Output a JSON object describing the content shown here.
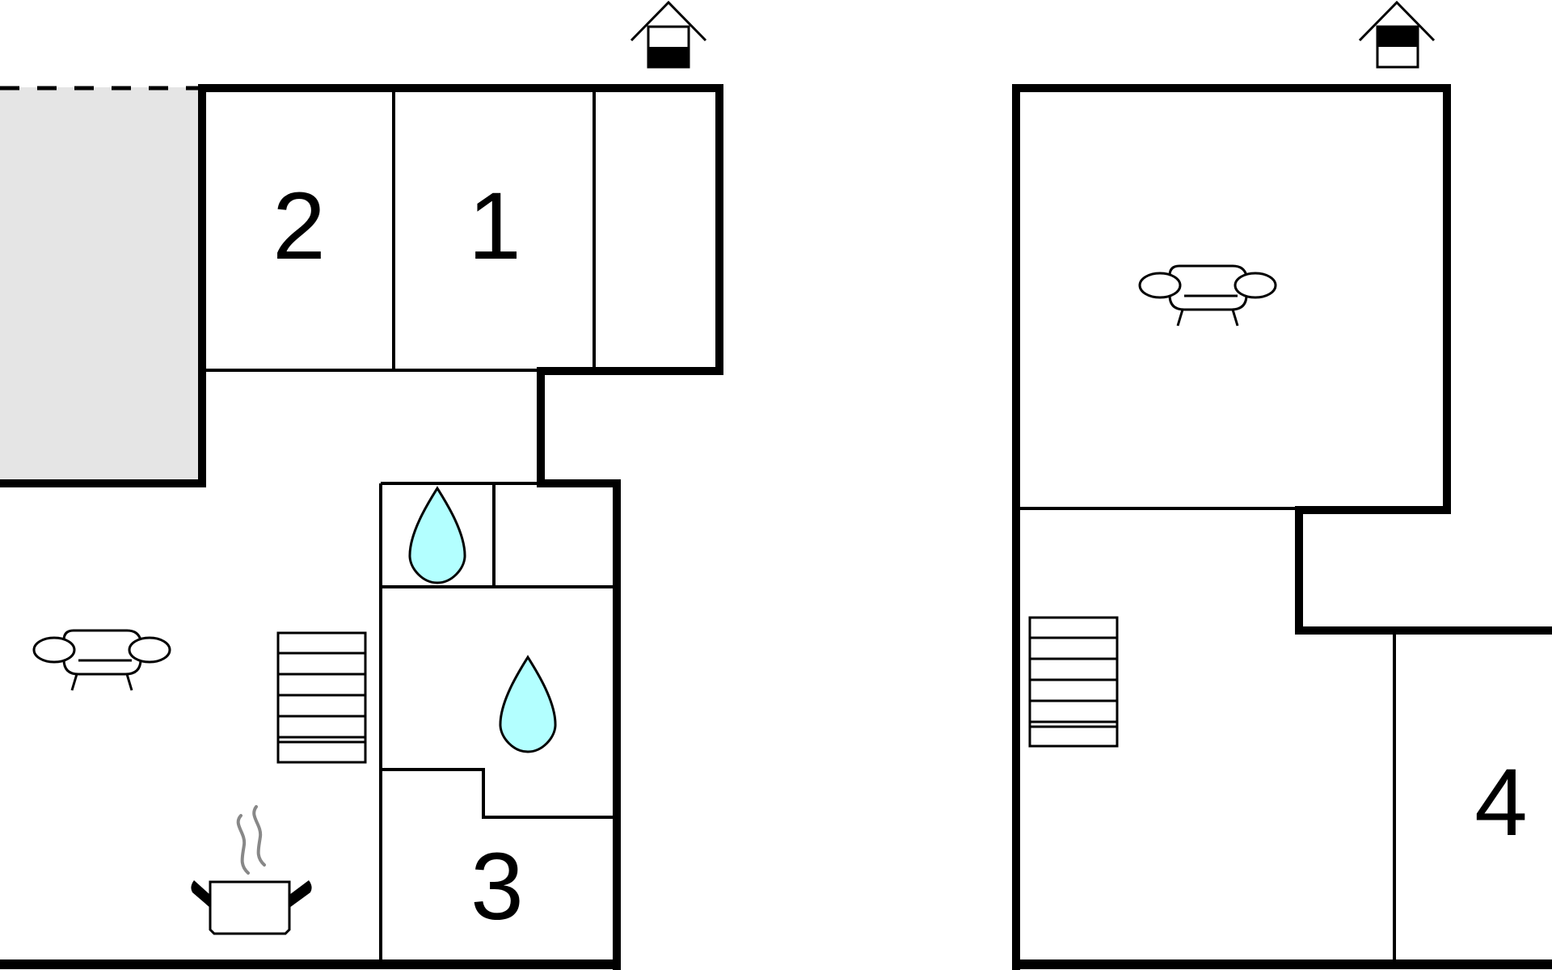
{
  "floors": [
    {
      "id": "ground-floor",
      "floor_indicator": "house-icon-lower-level",
      "rooms": [
        {
          "id": "bedroom-2",
          "label": "2"
        },
        {
          "id": "bedroom-1",
          "label": "1"
        },
        {
          "id": "bedroom-3",
          "label": "3"
        }
      ],
      "symbols": [
        "sofa-icon",
        "stairs-icon",
        "cooking-pot-icon",
        "water-drop-icon",
        "water-drop-icon"
      ]
    },
    {
      "id": "upper-floor",
      "floor_indicator": "house-icon-upper-level",
      "rooms": [
        {
          "id": "bedroom-4",
          "label": "4"
        }
      ],
      "symbols": [
        "sofa-icon",
        "stairs-icon"
      ]
    }
  ],
  "colors": {
    "wall": "#000000",
    "outdoor_area": "#e5e5e5",
    "water": "#b3ffff",
    "steam": "#888888",
    "background": "#ffffff"
  }
}
